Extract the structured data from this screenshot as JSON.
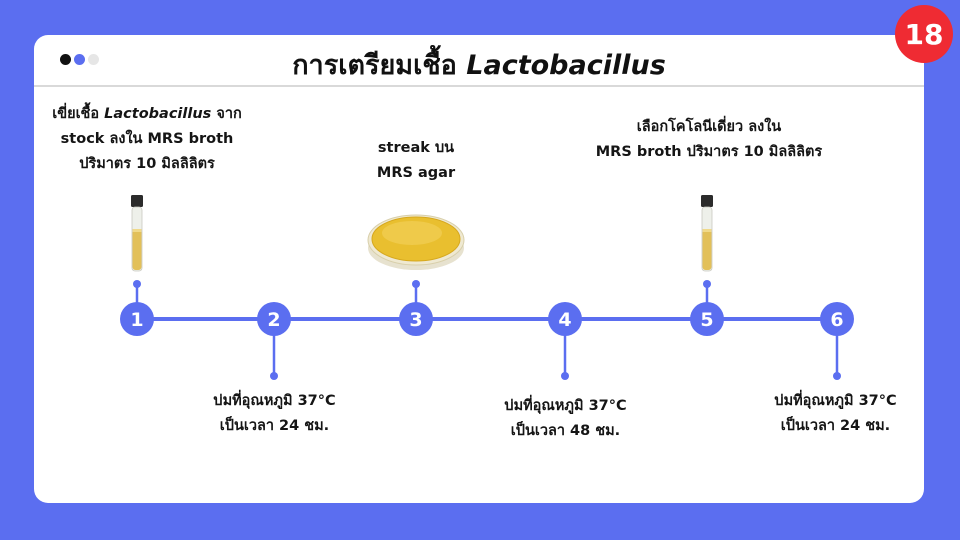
{
  "page_badge": "18",
  "title": {
    "text_prefix": "การเตรียมเชื้อ ",
    "text_italic": "Lactobacillus"
  },
  "window_dots": [
    "#111111",
    "#5b6ef0",
    "#e6e6e6"
  ],
  "colors": {
    "background": "#5b6ef0",
    "accent": "#5b6ef0",
    "badge": "#ef2b33"
  },
  "steps": [
    {
      "number": "1",
      "illustration": "test-tube-icon",
      "label": {
        "line1_prefix": "เขี่ยเชื้อ ",
        "line1_italic": "Lactobacillus",
        "line1_suffix": " จาก",
        "line2": "stock ลงใน MRS broth",
        "line3": "ปริมาตร 10 มิลลิลิตร"
      }
    },
    {
      "number": "2",
      "label": {
        "line1": "บ่มที่อุณหภูมิ 37°C",
        "line2": "เป็นเวลา 24 ชม."
      }
    },
    {
      "number": "3",
      "illustration": "petri-dish-icon",
      "label": {
        "line1": "streak บน",
        "line2": "MRS agar"
      }
    },
    {
      "number": "4",
      "label": {
        "line1": "บ่มที่อุณหภูมิ 37°C",
        "line2": "เป็นเวลา 48 ชม."
      }
    },
    {
      "number": "5",
      "illustration": "test-tube-icon",
      "label": {
        "line1": "เลือกโคโลนีเดี่ยว ลงใน",
        "line2": "MRS broth ปริมาตร 10 มิลลิลิตร"
      }
    },
    {
      "number": "6",
      "label": {
        "line1": "บ่มที่อุณหภูมิ 37°C",
        "line2": "เป็นเวลา 24 ชม."
      }
    }
  ]
}
